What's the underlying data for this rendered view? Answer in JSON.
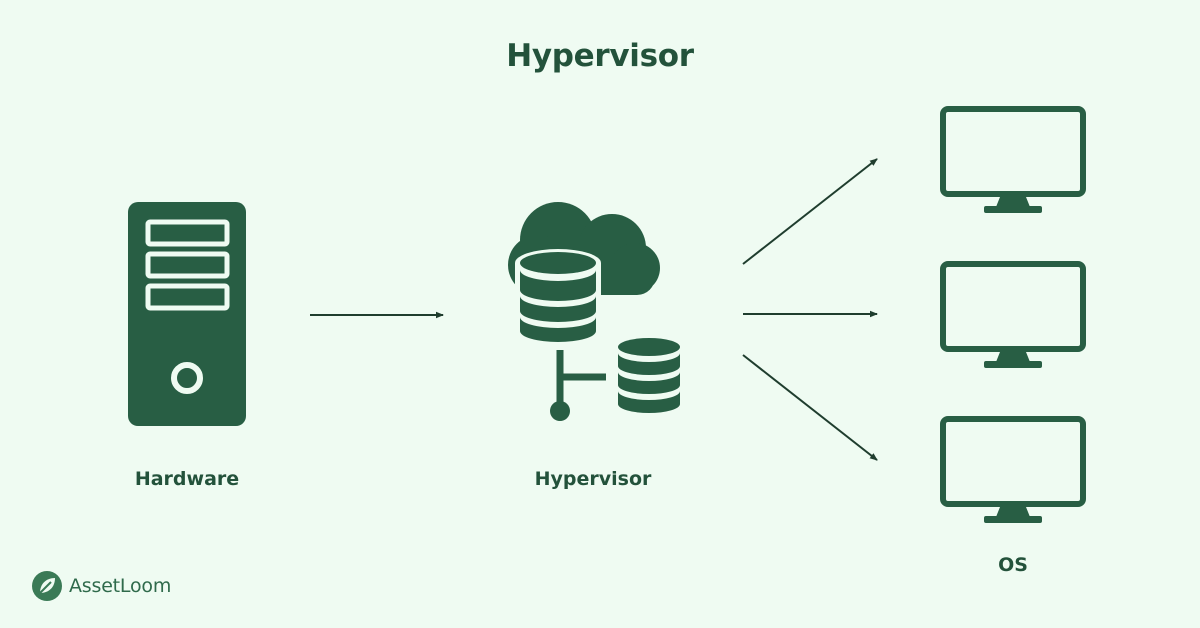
{
  "title": "Hypervisor",
  "nodes": {
    "hardware": {
      "label": "Hardware",
      "icon": "server-tower-icon"
    },
    "hypervisor": {
      "label": "Hypervisor",
      "icon": "cloud-database-icon"
    },
    "os": {
      "label": "OS",
      "icon": "monitor-icon"
    }
  },
  "brand": {
    "name": "AssetLoom",
    "icon": "leaf-logo-icon"
  },
  "colors": {
    "background": "#effbf2",
    "primary": "#285e44",
    "text": "#23523b"
  }
}
